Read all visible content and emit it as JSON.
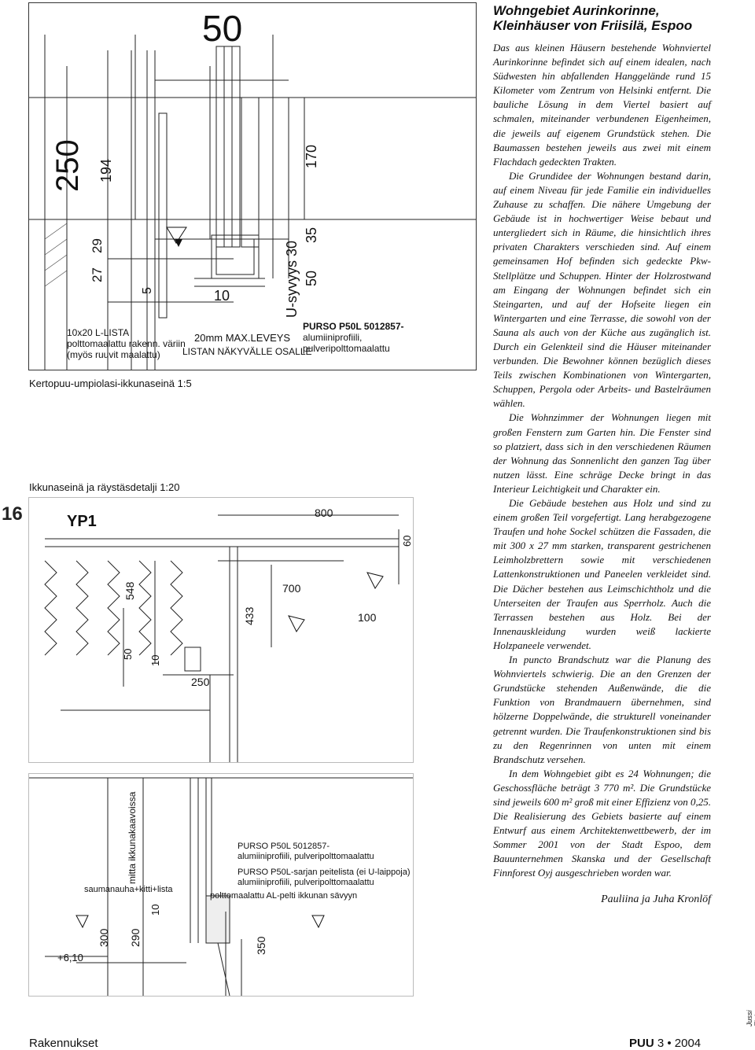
{
  "page_number": "16",
  "drawings": {
    "top": {
      "caption": "Kertopuu-umpiolasi-ikkunaseinä 1:5",
      "dims": {
        "d50": "50",
        "d250": "250",
        "d194": "194",
        "d170": "170",
        "d35": "35",
        "d27": "27",
        "d29": "29",
        "d5": "5",
        "d10": "10",
        "d50b": "50",
        "d30": "U-syvyys 30"
      },
      "notes": {
        "lista1": "10x20 L-LISTA",
        "lista2": "polttomaalattu rakenn. väriin",
        "lista3": "(myös ruuvit maalattu)",
        "max1": "20mm MAX.LEVEYS",
        "max2": "LISTAN NÄKYVÄLLE OSALLE",
        "purso1": "PURSO P50L 5012857-",
        "purso2": "alumiiniprofiili,",
        "purso3": "pulveripolttomaalattu"
      }
    },
    "middle": {
      "caption": "Ikkunaseinä ja räystäsdetalji 1:20",
      "label": "YP1",
      "dims": {
        "d800": "800",
        "d60": "60",
        "d700": "700",
        "d548": "548",
        "d433": "433",
        "d100": "100",
        "d50": "50",
        "d10": "10",
        "d250": "250"
      }
    },
    "bottom": {
      "vertical_note": "mitta ikkunakaavoissa",
      "notes": {
        "p1": "PURSO P50L 5012857-",
        "p2": "alumiiniprofiili, pulveripolttomaalattu",
        "p3": "PURSO P50L-sarjan peitelista (ei U-laippoja)",
        "p4": "alumiiniprofiili, pulveripolttomaalattu",
        "sauma": "saumanauha+kitti+lista",
        "pelti": "polttomaalattu AL-pelti ikkunan sävyyn"
      },
      "dims": {
        "d300": "300",
        "d290": "290",
        "d10": "10",
        "d350": "350",
        "level": "+6,10"
      }
    }
  },
  "article": {
    "title": "Wohngebiet Aurinkorinne, Kleinhäuser von Friisilä, Espoo",
    "paragraphs": [
      "Das aus kleinen Häusern bestehende Wohnviertel Aurinkorinne befindet sich auf einem idealen, nach Südwesten hin abfallenden Hanggelände rund 15 Kilometer vom Zentrum von Helsinki entfernt. Die bauliche Lösung in dem Viertel basiert auf schmalen, miteinander verbundenen Eigenheimen, die jeweils auf eigenem Grundstück stehen. Die Baumassen bestehen jeweils aus zwei mit einem Flachdach gedeckten Trakten.",
      "Die Grundidee der Wohnungen bestand darin, auf einem Niveau für jede Familie ein individuelles Zuhause zu schaffen. Die nähere Umgebung der Gebäude ist in hochwertiger Weise bebaut und untergliedert sich in Räume, die hinsichtlich ihres privaten Charakters verschieden sind. Auf einem gemeinsamen Hof befinden sich gedeckte Pkw-Stellplätze und Schuppen. Hinter der Holzrostwand am Eingang der Wohnungen befindet sich ein Steingarten, und auf der Hofseite liegen ein Wintergarten und eine Terrasse, die sowohl von der Sauna als auch von der Küche aus zugänglich ist. Durch ein Gelenkteil sind die Häuser miteinander verbunden. Die Bewohner können bezüglich dieses Teils zwischen Kombinationen von Wintergarten, Schuppen, Pergola oder Arbeits- und Bastelräumen wählen.",
      "Die Wohnzimmer der Wohnungen liegen mit großen Fenstern zum Garten hin. Die Fenster sind so platziert, dass sich in den verschiedenen Räumen der Wohnung das Sonnenlicht den ganzen Tag über nutzen lässt. Eine schräge Decke bringt in das Interieur Leichtigkeit und Charakter ein.",
      "Die Gebäude bestehen aus Holz und sind zu einem großen Teil vorgefertigt. Lang herabgezogene Traufen und hohe Sockel schützen die Fassaden, die mit 300 x 27 mm starken, transparent gestrichenen Leimholzbrettern sowie mit verschiedenen Lattenkonstruktionen und Paneelen verkleidet sind. Die Dächer bestehen aus Leimschichtholz und die Unterseiten der Traufen aus Sperrholz. Auch die Terrassen bestehen aus Holz. Bei der Innenauskleidung wurden weiß lackierte Holzpaneele verwendet.",
      "In puncto Brandschutz war die Planung des Wohnviertels schwierig. Die an den Grenzen der Grundstücke stehenden Außenwände, die die Funktion von Brandmauern übernehmen, sind hölzerne Doppelwände, die strukturell voneinander getrennt wurden. Die Traufenkonstruktionen sind bis zu den Regenrinnen von unten mit einem Brandschutz versehen.",
      "In dem Wohngebiet gibt es 24 Wohnungen; die Geschossfläche beträgt 3 770 m². Die Grundstücke sind jeweils 600 m² groß mit einer Effizienz von 0,25. Die Realisierung des Gebiets basierte auf einem Entwurf aus einem Architektenwettbewerb, der im Sommer 2001 von der Stadt Espoo, dem Bauunternehmen Skanska und der Gesellschaft Finnforest Oyj ausgeschrieben worden war."
    ],
    "author": "Pauliina ja Juha Kronlöf"
  },
  "footer": {
    "left": "Rakennukset",
    "brand": "PUU",
    "issue": "3 • 2004",
    "credit": "Jussi Tiainen"
  }
}
